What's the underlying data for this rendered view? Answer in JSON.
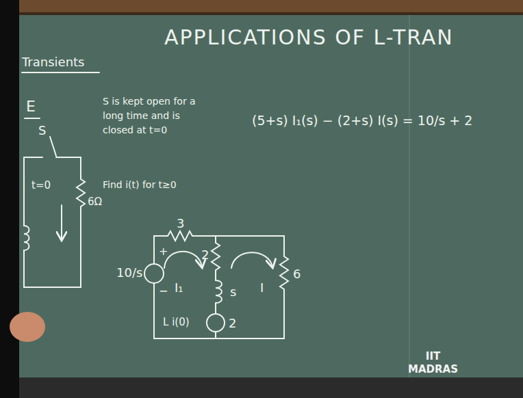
{
  "diagram": {
    "title": "APPLICATIONS OF L-TRAN",
    "labels": [
      "Transients",
      "E",
      "S is kept open for a long time and is closed at t=0",
      "Find i(t) for t≥0",
      "(5+s) I₁(s) − (2+s) I(s) = 10/s + 2",
      "3",
      "10/s",
      "+",
      "−",
      "I₁",
      "2",
      "s",
      "L i(0)",
      "2",
      "I",
      "6",
      "S",
      "t=0",
      "6Ω",
      "IIT MADRAS"
    ]
  }
}
